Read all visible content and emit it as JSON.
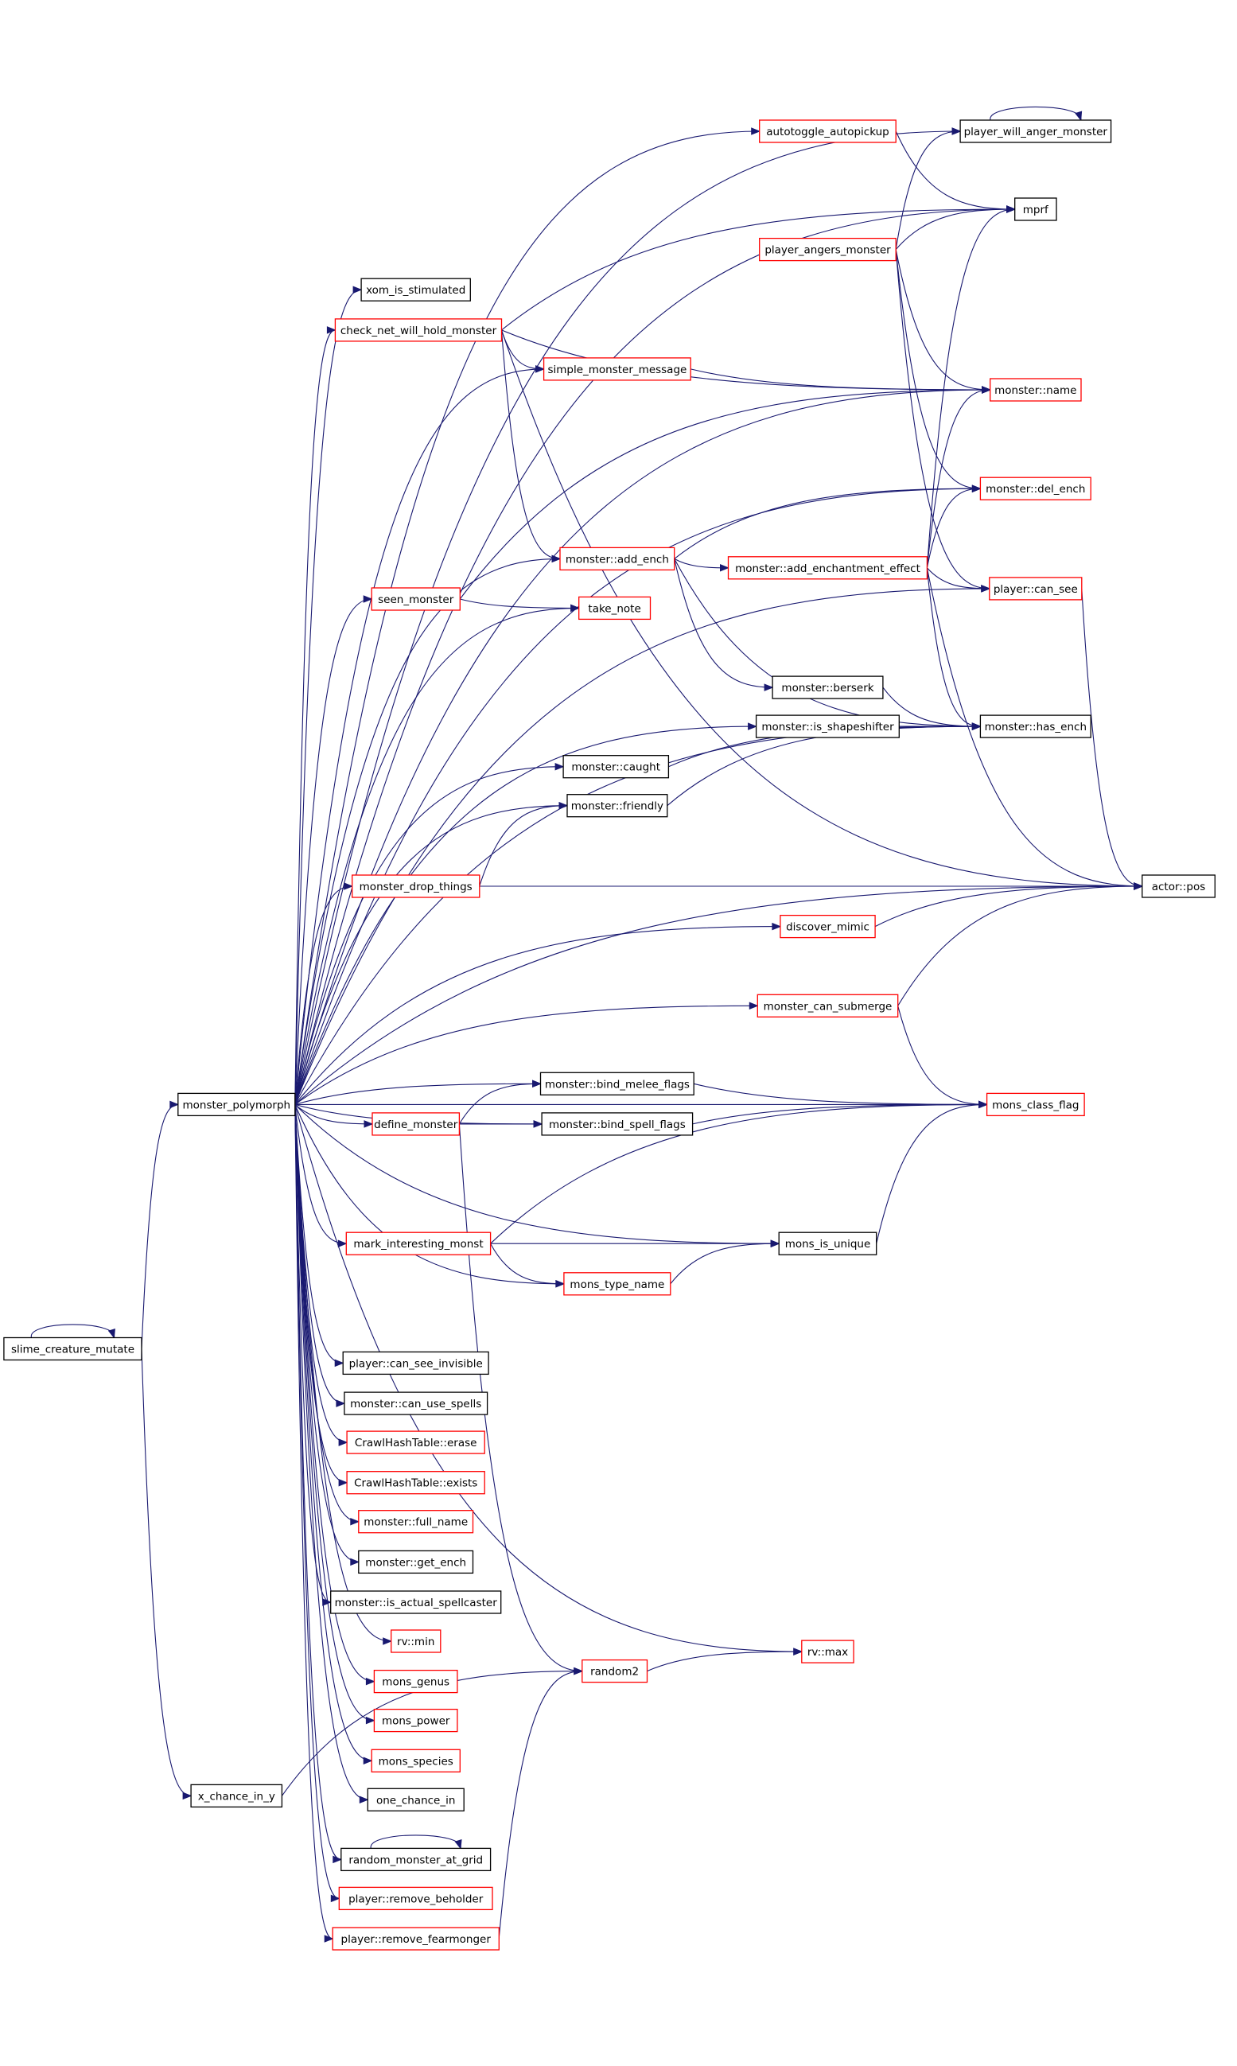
{
  "colors": {
    "edge": "#191970",
    "documented_border": "#000000",
    "undocumented_border": "#ff0000",
    "root_fill": "#bfbfbf",
    "node_fill": "#ffffff"
  },
  "nodes": {
    "slime_creature_mutate": {
      "label": "slime_creature_mutate",
      "kind": "root"
    },
    "monster_polymorph": {
      "label": "monster_polymorph",
      "kind": "black"
    },
    "x_chance_in_y": {
      "label": "x_chance_in_y",
      "kind": "black"
    },
    "player_will_anger_monster": {
      "label": "player_will_anger_monster",
      "kind": "black"
    },
    "autotoggle_autopickup": {
      "label": "autotoggle_autopickup",
      "kind": "red"
    },
    "mprf": {
      "label": "mprf",
      "kind": "black"
    },
    "player_angers_monster": {
      "label": "player_angers_monster",
      "kind": "red"
    },
    "xom_is_stimulated": {
      "label": "xom_is_stimulated",
      "kind": "black"
    },
    "check_net_will_hold_monster": {
      "label": "check_net_will_hold_monster",
      "kind": "red"
    },
    "simple_monster_message": {
      "label": "simple_monster_message",
      "kind": "red"
    },
    "monster_name": {
      "label": "monster::name",
      "kind": "red"
    },
    "monster_del_ench": {
      "label": "monster::del_ench",
      "kind": "red"
    },
    "monster_add_ench": {
      "label": "monster::add_ench",
      "kind": "red"
    },
    "monster_add_enchantment_effect": {
      "label": "monster::add_enchantment_effect",
      "kind": "red"
    },
    "seen_monster": {
      "label": "seen_monster",
      "kind": "red"
    },
    "take_note": {
      "label": "take_note",
      "kind": "red"
    },
    "player_can_see": {
      "label": "player::can_see",
      "kind": "red"
    },
    "monster_berserk": {
      "label": "monster::berserk",
      "kind": "black"
    },
    "monster_is_shapeshifter": {
      "label": "monster::is_shapeshifter",
      "kind": "black"
    },
    "monster_has_ench": {
      "label": "monster::has_ench",
      "kind": "black"
    },
    "monster_caught": {
      "label": "monster::caught",
      "kind": "black"
    },
    "monster_friendly": {
      "label": "monster::friendly",
      "kind": "black"
    },
    "monster_drop_things": {
      "label": "monster_drop_things",
      "kind": "red"
    },
    "actor_pos": {
      "label": "actor::pos",
      "kind": "black"
    },
    "discover_mimic": {
      "label": "discover_mimic",
      "kind": "red"
    },
    "monster_can_submerge": {
      "label": "monster_can_submerge",
      "kind": "red"
    },
    "monster_bind_melee_flags": {
      "label": "monster::bind_melee_flags",
      "kind": "black"
    },
    "define_monster": {
      "label": "define_monster",
      "kind": "red"
    },
    "monster_bind_spell_flags": {
      "label": "monster::bind_spell_flags",
      "kind": "black"
    },
    "mons_class_flag": {
      "label": "mons_class_flag",
      "kind": "red"
    },
    "mark_interesting_monst": {
      "label": "mark_interesting_monst",
      "kind": "red"
    },
    "mons_is_unique": {
      "label": "mons_is_unique",
      "kind": "black"
    },
    "mons_type_name": {
      "label": "mons_type_name",
      "kind": "red"
    },
    "player_can_see_invisible": {
      "label": "player::can_see_invisible",
      "kind": "black"
    },
    "monster_can_use_spells": {
      "label": "monster::can_use_spells",
      "kind": "black"
    },
    "crawlhashtable_erase": {
      "label": "CrawlHashTable::erase",
      "kind": "red"
    },
    "crawlhashtable_exists": {
      "label": "CrawlHashTable::exists",
      "kind": "red"
    },
    "monster_full_name": {
      "label": "monster::full_name",
      "kind": "red"
    },
    "monster_get_ench": {
      "label": "monster::get_ench",
      "kind": "black"
    },
    "monster_is_actual_spellcaster": {
      "label": "monster::is_actual_spellcaster",
      "kind": "black"
    },
    "rv_min": {
      "label": "rv::min",
      "kind": "red"
    },
    "random2": {
      "label": "random2",
      "kind": "red"
    },
    "rv_max": {
      "label": "rv::max",
      "kind": "red"
    },
    "mons_genus": {
      "label": "mons_genus",
      "kind": "red"
    },
    "mons_power": {
      "label": "mons_power",
      "kind": "red"
    },
    "mons_species": {
      "label": "mons_species",
      "kind": "red"
    },
    "one_chance_in": {
      "label": "one_chance_in",
      "kind": "black"
    },
    "random_monster_at_grid": {
      "label": "random_monster_at_grid",
      "kind": "black"
    },
    "player_remove_beholder": {
      "label": "player::remove_beholder",
      "kind": "red"
    },
    "player_remove_fearmonger": {
      "label": "player::remove_fearmonger",
      "kind": "red"
    }
  },
  "edges": [
    [
      "slime_creature_mutate",
      "slime_creature_mutate"
    ],
    [
      "slime_creature_mutate",
      "monster_polymorph"
    ],
    [
      "slime_creature_mutate",
      "x_chance_in_y"
    ],
    [
      "monster_polymorph",
      "player_will_anger_monster"
    ],
    [
      "monster_polymorph",
      "autotoggle_autopickup"
    ],
    [
      "monster_polymorph",
      "mprf"
    ],
    [
      "monster_polymorph",
      "xom_is_stimulated"
    ],
    [
      "monster_polymorph",
      "check_net_will_hold_monster"
    ],
    [
      "monster_polymorph",
      "simple_monster_message"
    ],
    [
      "monster_polymorph",
      "monster_name"
    ],
    [
      "monster_polymorph",
      "monster_del_ench"
    ],
    [
      "monster_polymorph",
      "monster_add_ench"
    ],
    [
      "monster_polymorph",
      "seen_monster"
    ],
    [
      "monster_polymorph",
      "take_note"
    ],
    [
      "monster_polymorph",
      "player_can_see"
    ],
    [
      "monster_polymorph",
      "monster_is_shapeshifter"
    ],
    [
      "monster_polymorph",
      "monster_caught"
    ],
    [
      "monster_polymorph",
      "monster_friendly"
    ],
    [
      "monster_polymorph",
      "monster_has_ench"
    ],
    [
      "monster_polymorph",
      "monster_drop_things"
    ],
    [
      "monster_polymorph",
      "discover_mimic"
    ],
    [
      "monster_polymorph",
      "actor_pos"
    ],
    [
      "monster_polymorph",
      "monster_can_submerge"
    ],
    [
      "monster_polymorph",
      "monster_bind_melee_flags"
    ],
    [
      "monster_polymorph",
      "mons_class_flag"
    ],
    [
      "monster_polymorph",
      "define_monster"
    ],
    [
      "monster_polymorph",
      "monster_bind_spell_flags"
    ],
    [
      "monster_polymorph",
      "mons_is_unique"
    ],
    [
      "monster_polymorph",
      "mark_interesting_monst"
    ],
    [
      "monster_polymorph",
      "mons_type_name"
    ],
    [
      "monster_polymorph",
      "rv_max"
    ],
    [
      "monster_polymorph",
      "player_can_see_invisible"
    ],
    [
      "monster_polymorph",
      "monster_can_use_spells"
    ],
    [
      "monster_polymorph",
      "crawlhashtable_erase"
    ],
    [
      "monster_polymorph",
      "crawlhashtable_exists"
    ],
    [
      "monster_polymorph",
      "monster_full_name"
    ],
    [
      "monster_polymorph",
      "monster_get_ench"
    ],
    [
      "monster_polymorph",
      "monster_is_actual_spellcaster"
    ],
    [
      "monster_polymorph",
      "rv_min"
    ],
    [
      "monster_polymorph",
      "mons_genus"
    ],
    [
      "monster_polymorph",
      "mons_power"
    ],
    [
      "monster_polymorph",
      "mons_species"
    ],
    [
      "monster_polymorph",
      "one_chance_in"
    ],
    [
      "monster_polymorph",
      "random_monster_at_grid"
    ],
    [
      "monster_polymorph",
      "player_remove_beholder"
    ],
    [
      "monster_polymorph",
      "player_remove_fearmonger"
    ],
    [
      "x_chance_in_y",
      "random2"
    ],
    [
      "player_will_anger_monster",
      "player_will_anger_monster"
    ],
    [
      "autotoggle_autopickup",
      "mprf"
    ],
    [
      "player_angers_monster",
      "player_will_anger_monster"
    ],
    [
      "player_angers_monster",
      "mprf"
    ],
    [
      "player_angers_monster",
      "monster_name"
    ],
    [
      "player_angers_monster",
      "monster_del_ench"
    ],
    [
      "player_angers_monster",
      "player_can_see"
    ],
    [
      "check_net_will_hold_monster",
      "mprf"
    ],
    [
      "check_net_will_hold_monster",
      "simple_monster_message"
    ],
    [
      "check_net_will_hold_monster",
      "monster_name"
    ],
    [
      "check_net_will_hold_monster",
      "monster_add_ench"
    ],
    [
      "check_net_will_hold_monster",
      "actor_pos"
    ],
    [
      "simple_monster_message",
      "monster_name"
    ],
    [
      "monster_add_ench",
      "monster_del_ench"
    ],
    [
      "monster_add_ench",
      "monster_add_enchantment_effect"
    ],
    [
      "monster_add_ench",
      "monster_berserk"
    ],
    [
      "monster_add_ench",
      "monster_has_ench"
    ],
    [
      "monster_add_enchantment_effect",
      "mprf"
    ],
    [
      "monster_add_enchantment_effect",
      "monster_name"
    ],
    [
      "monster_add_enchantment_effect",
      "monster_del_ench"
    ],
    [
      "monster_add_enchantment_effect",
      "player_can_see"
    ],
    [
      "monster_add_enchantment_effect",
      "monster_has_ench"
    ],
    [
      "monster_add_enchantment_effect",
      "actor_pos"
    ],
    [
      "seen_monster",
      "monster_name"
    ],
    [
      "seen_monster",
      "take_note"
    ],
    [
      "player_can_see",
      "actor_pos"
    ],
    [
      "monster_berserk",
      "monster_has_ench"
    ],
    [
      "monster_is_shapeshifter",
      "monster_has_ench"
    ],
    [
      "monster_caught",
      "monster_has_ench"
    ],
    [
      "monster_friendly",
      "monster_has_ench"
    ],
    [
      "monster_drop_things",
      "monster_friendly"
    ],
    [
      "monster_drop_things",
      "actor_pos"
    ],
    [
      "discover_mimic",
      "actor_pos"
    ],
    [
      "monster_can_submerge",
      "actor_pos"
    ],
    [
      "monster_can_submerge",
      "mons_class_flag"
    ],
    [
      "monster_bind_melee_flags",
      "mons_class_flag"
    ],
    [
      "define_monster",
      "monster_bind_melee_flags"
    ],
    [
      "define_monster",
      "monster_bind_spell_flags"
    ],
    [
      "define_monster",
      "random2"
    ],
    [
      "monster_bind_spell_flags",
      "mons_class_flag"
    ],
    [
      "mark_interesting_monst",
      "mons_class_flag"
    ],
    [
      "mark_interesting_monst",
      "mons_is_unique"
    ],
    [
      "mark_interesting_monst",
      "mons_type_name"
    ],
    [
      "mons_is_unique",
      "mons_class_flag"
    ],
    [
      "mons_type_name",
      "mons_is_unique"
    ],
    [
      "random2",
      "rv_max"
    ],
    [
      "random_monster_at_grid",
      "random_monster_at_grid"
    ],
    [
      "player_remove_fearmonger",
      "random2"
    ]
  ]
}
